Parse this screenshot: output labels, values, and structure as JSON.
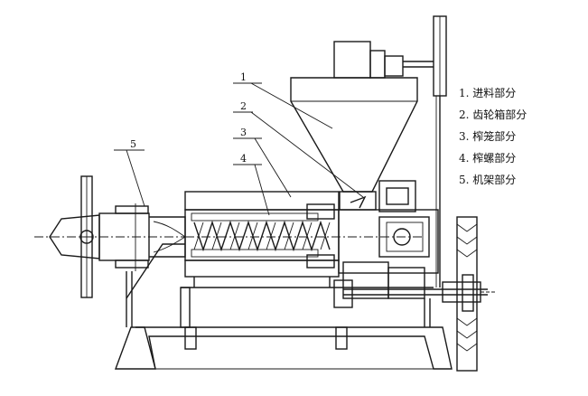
{
  "callouts": [
    "1",
    "2",
    "3",
    "4",
    "5"
  ],
  "legend": [
    "1. 进料部分",
    "2. 齿轮箱部分",
    "3. 榨笼部分",
    "4. 榨螺部分",
    "5. 机架部分"
  ]
}
